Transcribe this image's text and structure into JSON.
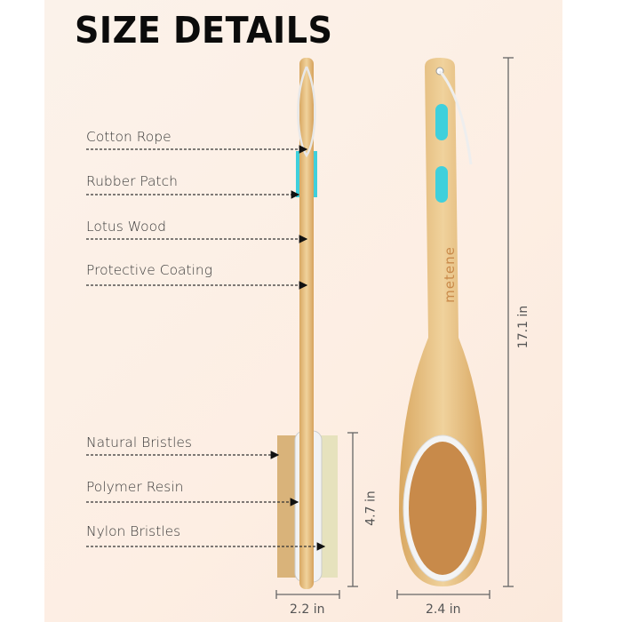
{
  "title": "SIZE DETAILS",
  "brand": "metene",
  "labels": [
    "Cotton Rope",
    "Rubber Patch",
    "Lotus Wood",
    "Protective Coating",
    "Natural Bristles",
    "Polymer Resin",
    "Nylon Bristles"
  ],
  "dimensions": {
    "total_length": "17.1 in",
    "head_length": "4.7 in",
    "side_width": "2.2 in",
    "front_width": "2.4 in"
  },
  "colors": {
    "wood": "#e8c68c",
    "rubber": "#3fd0dc",
    "bristle": "#d9b37a",
    "nylon": "#e6e2bd"
  }
}
